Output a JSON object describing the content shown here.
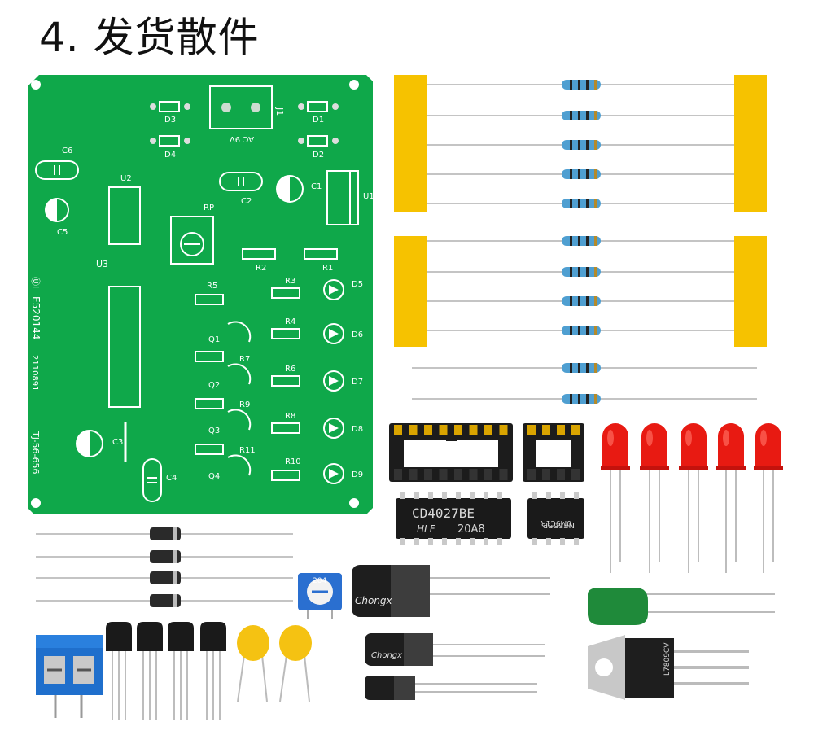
{
  "title": "4. 发货散件",
  "colors": {
    "pcb": "#0fa84a",
    "silkscreen": "#ffffff",
    "tape": "#f6c200",
    "resistor_body": "#4f9fd1",
    "led": "#e81a12",
    "terminal_block": "#1f6fcc",
    "ceramic_cap": "#f5c212",
    "film_cap": "#1f8a3a",
    "ic_body": "#1a1a1a"
  },
  "pcb": {
    "labels": {
      "j1": "J1",
      "ac9v": "AC 9V",
      "d1": "D1",
      "d2": "D2",
      "d3": "D3",
      "d4": "D4",
      "c1": "C1",
      "c2": "C2",
      "c3": "C3",
      "c4": "C4",
      "c5": "C5",
      "c6": "C6",
      "u1": "U1",
      "u2": "U2",
      "u3": "U3",
      "rp": "RP",
      "r1": "R1",
      "r2": "R2",
      "r3": "R3",
      "r4": "R4",
      "r5": "R5",
      "r6": "R6",
      "r7": "R7",
      "r8": "R8",
      "r9": "R9",
      "r10": "R10",
      "r11": "R11",
      "q1": "Q1",
      "q2": "Q2",
      "q3": "Q3",
      "q4": "Q4",
      "d5": "D5",
      "d6": "D6",
      "d7": "D7",
      "d8": "D8",
      "d9": "D9",
      "cert": "E520144",
      "date": "2110891",
      "board_id": "TJ-56-656"
    }
  },
  "chips": {
    "cd4027_line1": "CD4027BE",
    "cd4027_line2": "HLF",
    "cd4027_line3": "20A8",
    "ne555_line1": "NE555P",
    "ne555_line2": "0M9C1R"
  },
  "trimmer_label": "204",
  "electrolytic_brand": "Chongx",
  "regulator_label": "L7809CV"
}
